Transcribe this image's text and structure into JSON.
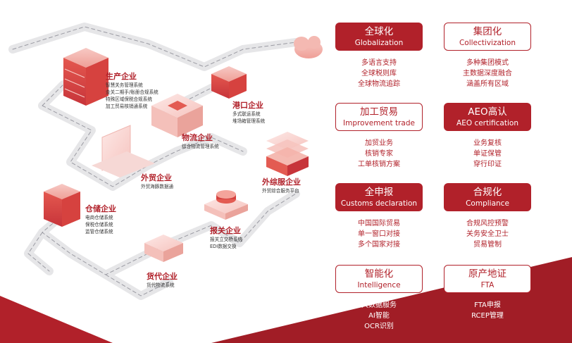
{
  "colors": {
    "brand_red": "#b1212a",
    "dark_red": "#a11d26",
    "text_dark": "#333333"
  },
  "enterprises": [
    {
      "key": "production",
      "title": "生产企业",
      "lines": [
        "智慧关务管理系统",
        "金关二期手/账册合规系统",
        "特殊区域保税合规系统",
        "加工贸易核销通系统"
      ]
    },
    {
      "key": "port",
      "title": "港口企业",
      "lines": [
        "多式联运系统",
        "堆场箱管理系统"
      ]
    },
    {
      "key": "logistics",
      "title": "物流企业",
      "lines": [
        "综合物流管理系统"
      ]
    },
    {
      "key": "trade",
      "title": "外贸企业",
      "lines": [
        "外贸海豚数据通"
      ]
    },
    {
      "key": "service",
      "title": "外综服企业",
      "lines": [
        "外贸综合服务平台"
      ]
    },
    {
      "key": "warehouse",
      "title": "仓储企业",
      "lines": [
        "电商仓储系统",
        "保税仓储系统",
        "监管仓储系统"
      ]
    },
    {
      "key": "customs",
      "title": "报关企业",
      "lines": [
        "报关立交桥系统",
        "EDI数据交换"
      ]
    },
    {
      "key": "forwarder",
      "title": "货代企业",
      "lines": [
        "货代物流系统"
      ]
    }
  ],
  "cards": [
    {
      "key": "global",
      "zh": "全球化",
      "en": "Globalization",
      "items": [
        "多语言支持",
        "全球税则库",
        "全球物流追踪"
      ]
    },
    {
      "key": "group",
      "zh": "集团化",
      "en": "Collectivization",
      "items": [
        "多种集团模式",
        "主数据深度融合",
        "涵盖所有区域"
      ]
    },
    {
      "key": "processing",
      "zh": "加工贸易",
      "en": "Improvement trade",
      "items": [
        "加贸业务",
        "核销专家",
        "工单核销方案"
      ]
    },
    {
      "key": "aeo",
      "zh": "AEO高认",
      "en": "AEO certification",
      "items": [
        "业务复核",
        "单证保管",
        "穿行印证"
      ]
    },
    {
      "key": "declaration",
      "zh": "全申报",
      "en": "Customs declaration",
      "items": [
        "中国国际贸易",
        "单一窗口对接",
        "多个国家对接"
      ]
    },
    {
      "key": "compliance",
      "zh": "合规化",
      "en": "Compliance",
      "items": [
        "合规风控预警",
        "关务安全卫士",
        "贸易管制"
      ]
    },
    {
      "key": "intelligence",
      "zh": "智能化",
      "en": "Intelligence",
      "items": [
        "大数据服务",
        "AI智能",
        "OCR识别"
      ]
    },
    {
      "key": "fta",
      "zh": "原产地证",
      "en": "FTA",
      "items": [
        "FTA申报",
        "RCEP管理"
      ]
    }
  ]
}
